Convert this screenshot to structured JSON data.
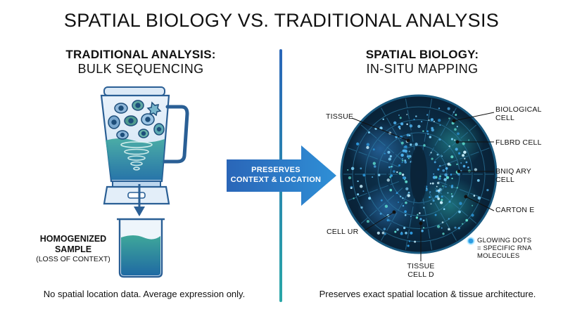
{
  "title": "SPATIAL BIOLOGY VS. TRADITIONAL ANALYSIS",
  "left": {
    "heading_bold": "TRADITIONAL ANALYSIS:",
    "heading_sub": "BULK SEQUENCING",
    "homogenized_line1": "HOMOGENIZED",
    "homogenized_line2": "SAMPLE",
    "homogenized_note": "(LOSS OF CONTEXT)",
    "caption": "No spatial location data. Average expression only."
  },
  "arrow": {
    "line1": "PRESERVES",
    "line2": "CONTEXT & LOCATION"
  },
  "right": {
    "heading_bold": "SPATIAL BIOLOGY:",
    "heading_sub": "IN-SITU MAPPING",
    "labels": {
      "tissue": "TISSUE",
      "biological_cell_1": "BIOLOGICAL",
      "biological_cell_2": "CELL",
      "flbrd_cell": "FLBRD CELL",
      "bniqary_1": "BNIQ ARY",
      "bniqary_2": "CELL",
      "carton": "CARTON E",
      "cell_ur": "CELL UR",
      "tissue_cell_d_1": "TISSUE",
      "tissue_cell_d_2": "CELL D"
    },
    "legend_1": "GLOWING DOTS",
    "legend_2": "= SPECIFIC RNA",
    "legend_3": "MOLECULES",
    "caption": "Preserves exact spatial location & tissue architecture."
  },
  "colors": {
    "navy": "#0b2a45",
    "teal": "#2aa7a7",
    "blue": "#2a66b8",
    "glow": "#7fd7ff",
    "liquid": "#3aa39c"
  }
}
